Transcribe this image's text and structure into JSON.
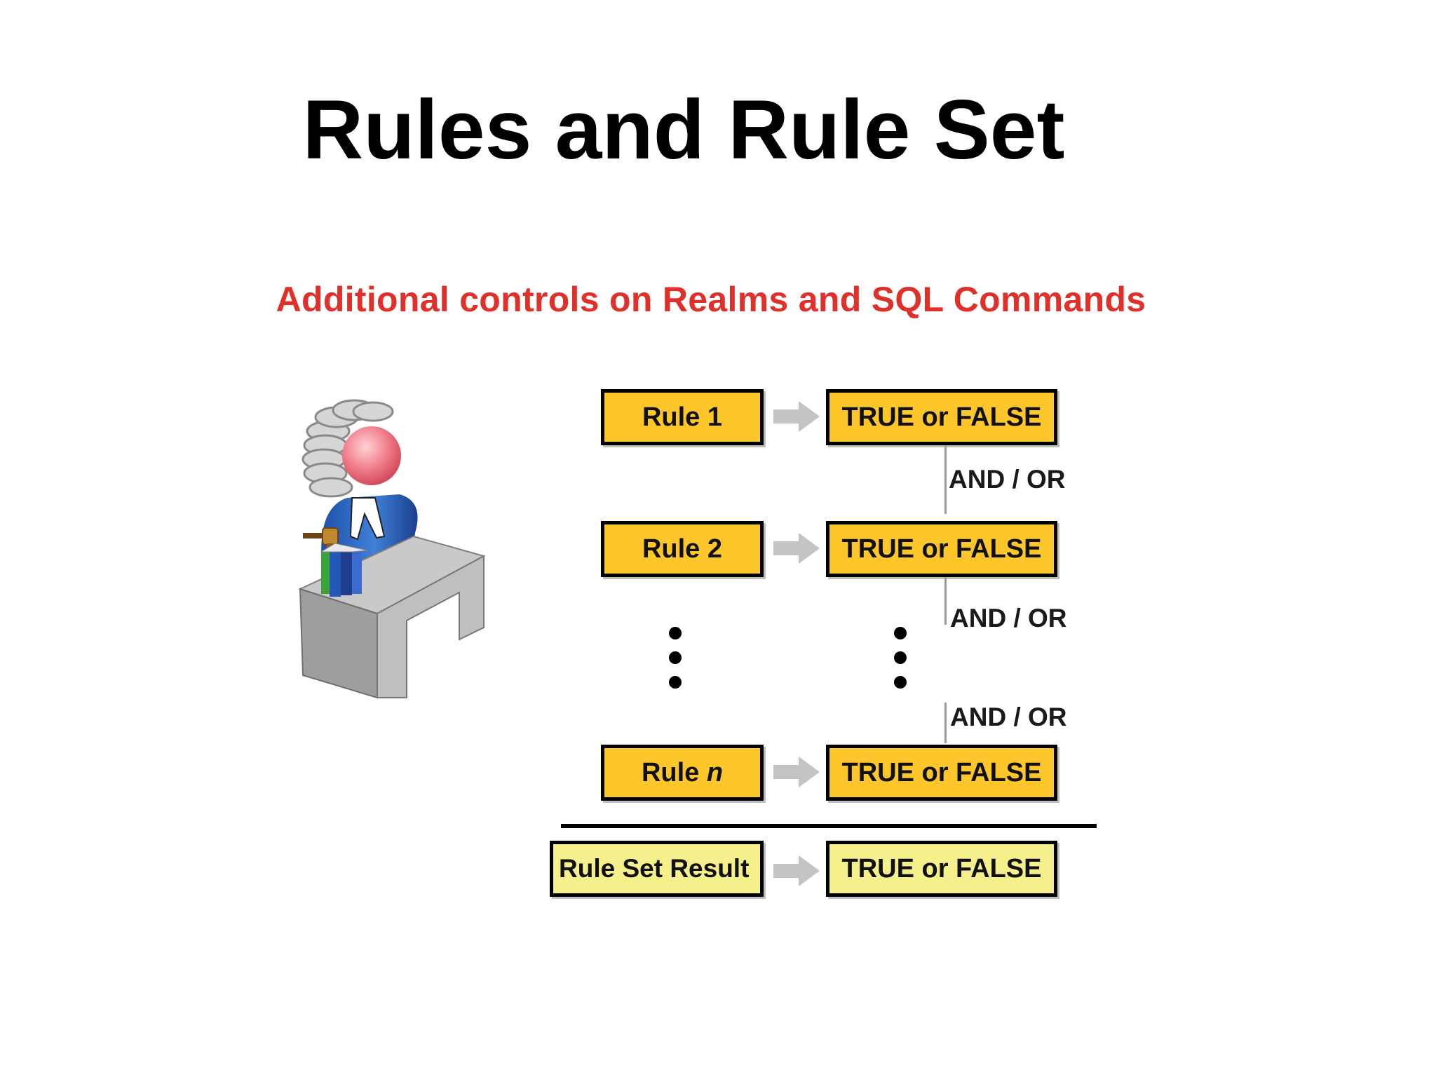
{
  "slide": {
    "title": "Rules and Rule Set",
    "subtitle": "Additional controls on Realms and SQL Commands",
    "subtitle_color": "#e0302a"
  },
  "diagram": {
    "box_color": "#fdc62b",
    "result_box_color": "#f6f08c",
    "rows": [
      {
        "rule_label": "Rule 1",
        "result_label": "TRUE or FALSE"
      },
      {
        "rule_label": "Rule 2",
        "result_label": "TRUE or FALSE"
      },
      {
        "rule_label_prefix": "Rule ",
        "rule_label_italic": "n",
        "result_label": "TRUE or FALSE"
      }
    ],
    "operators": [
      "AND / OR",
      "AND / OR",
      "AND / OR"
    ],
    "rule_set": {
      "rule_label": "Rule Set Result",
      "result_label": "TRUE or FALSE"
    }
  },
  "illustration": {
    "icon": "judge-at-desk-icon"
  }
}
